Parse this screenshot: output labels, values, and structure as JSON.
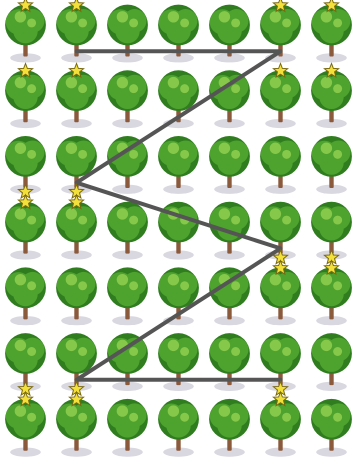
{
  "grid": {
    "rows": 7,
    "cols": 7
  },
  "colors": {
    "background": "#ffffff",
    "foliage_dark": "#2f7d1f",
    "foliage_mid": "#4ea22e",
    "foliage_light": "#86c84a",
    "trunk": "#8b5a3c",
    "shadow": "#d9d7df",
    "star_fill": "#f4e03a",
    "star_stroke": "#7a6a10",
    "path": "#555555"
  },
  "icons": {
    "tree": "tree-icon",
    "star": "star-icon"
  },
  "stars": [
    {
      "row": 0,
      "col": 0,
      "pos": "top"
    },
    {
      "row": 0,
      "col": 1,
      "pos": "top"
    },
    {
      "row": 0,
      "col": 5,
      "pos": "top"
    },
    {
      "row": 0,
      "col": 6,
      "pos": "top"
    },
    {
      "row": 1,
      "col": 0,
      "pos": "top"
    },
    {
      "row": 1,
      "col": 1,
      "pos": "top"
    },
    {
      "row": 1,
      "col": 5,
      "pos": "top"
    },
    {
      "row": 1,
      "col": 6,
      "pos": "top"
    },
    {
      "row": 2,
      "col": 0,
      "pos": "bottom"
    },
    {
      "row": 2,
      "col": 1,
      "pos": "bottom"
    },
    {
      "row": 3,
      "col": 0,
      "pos": "top"
    },
    {
      "row": 3,
      "col": 1,
      "pos": "top"
    },
    {
      "row": 3,
      "col": 5,
      "pos": "bottom"
    },
    {
      "row": 3,
      "col": 6,
      "pos": "bottom"
    },
    {
      "row": 4,
      "col": 5,
      "pos": "top"
    },
    {
      "row": 4,
      "col": 6,
      "pos": "top"
    },
    {
      "row": 5,
      "col": 0,
      "pos": "bottom"
    },
    {
      "row": 5,
      "col": 1,
      "pos": "bottom"
    },
    {
      "row": 5,
      "col": 5,
      "pos": "bottom"
    },
    {
      "row": 6,
      "col": 0,
      "pos": "top"
    },
    {
      "row": 6,
      "col": 1,
      "pos": "top"
    },
    {
      "row": 6,
      "col": 5,
      "pos": "top"
    }
  ],
  "path_points": [
    {
      "row": 0.5,
      "col": 1.2
    },
    {
      "row": 0.5,
      "col": 5.2
    },
    {
      "row": 2.5,
      "col": 1.2
    },
    {
      "row": 3.5,
      "col": 5.2
    },
    {
      "row": 5.5,
      "col": 1.2
    },
    {
      "row": 5.5,
      "col": 5.2
    }
  ]
}
